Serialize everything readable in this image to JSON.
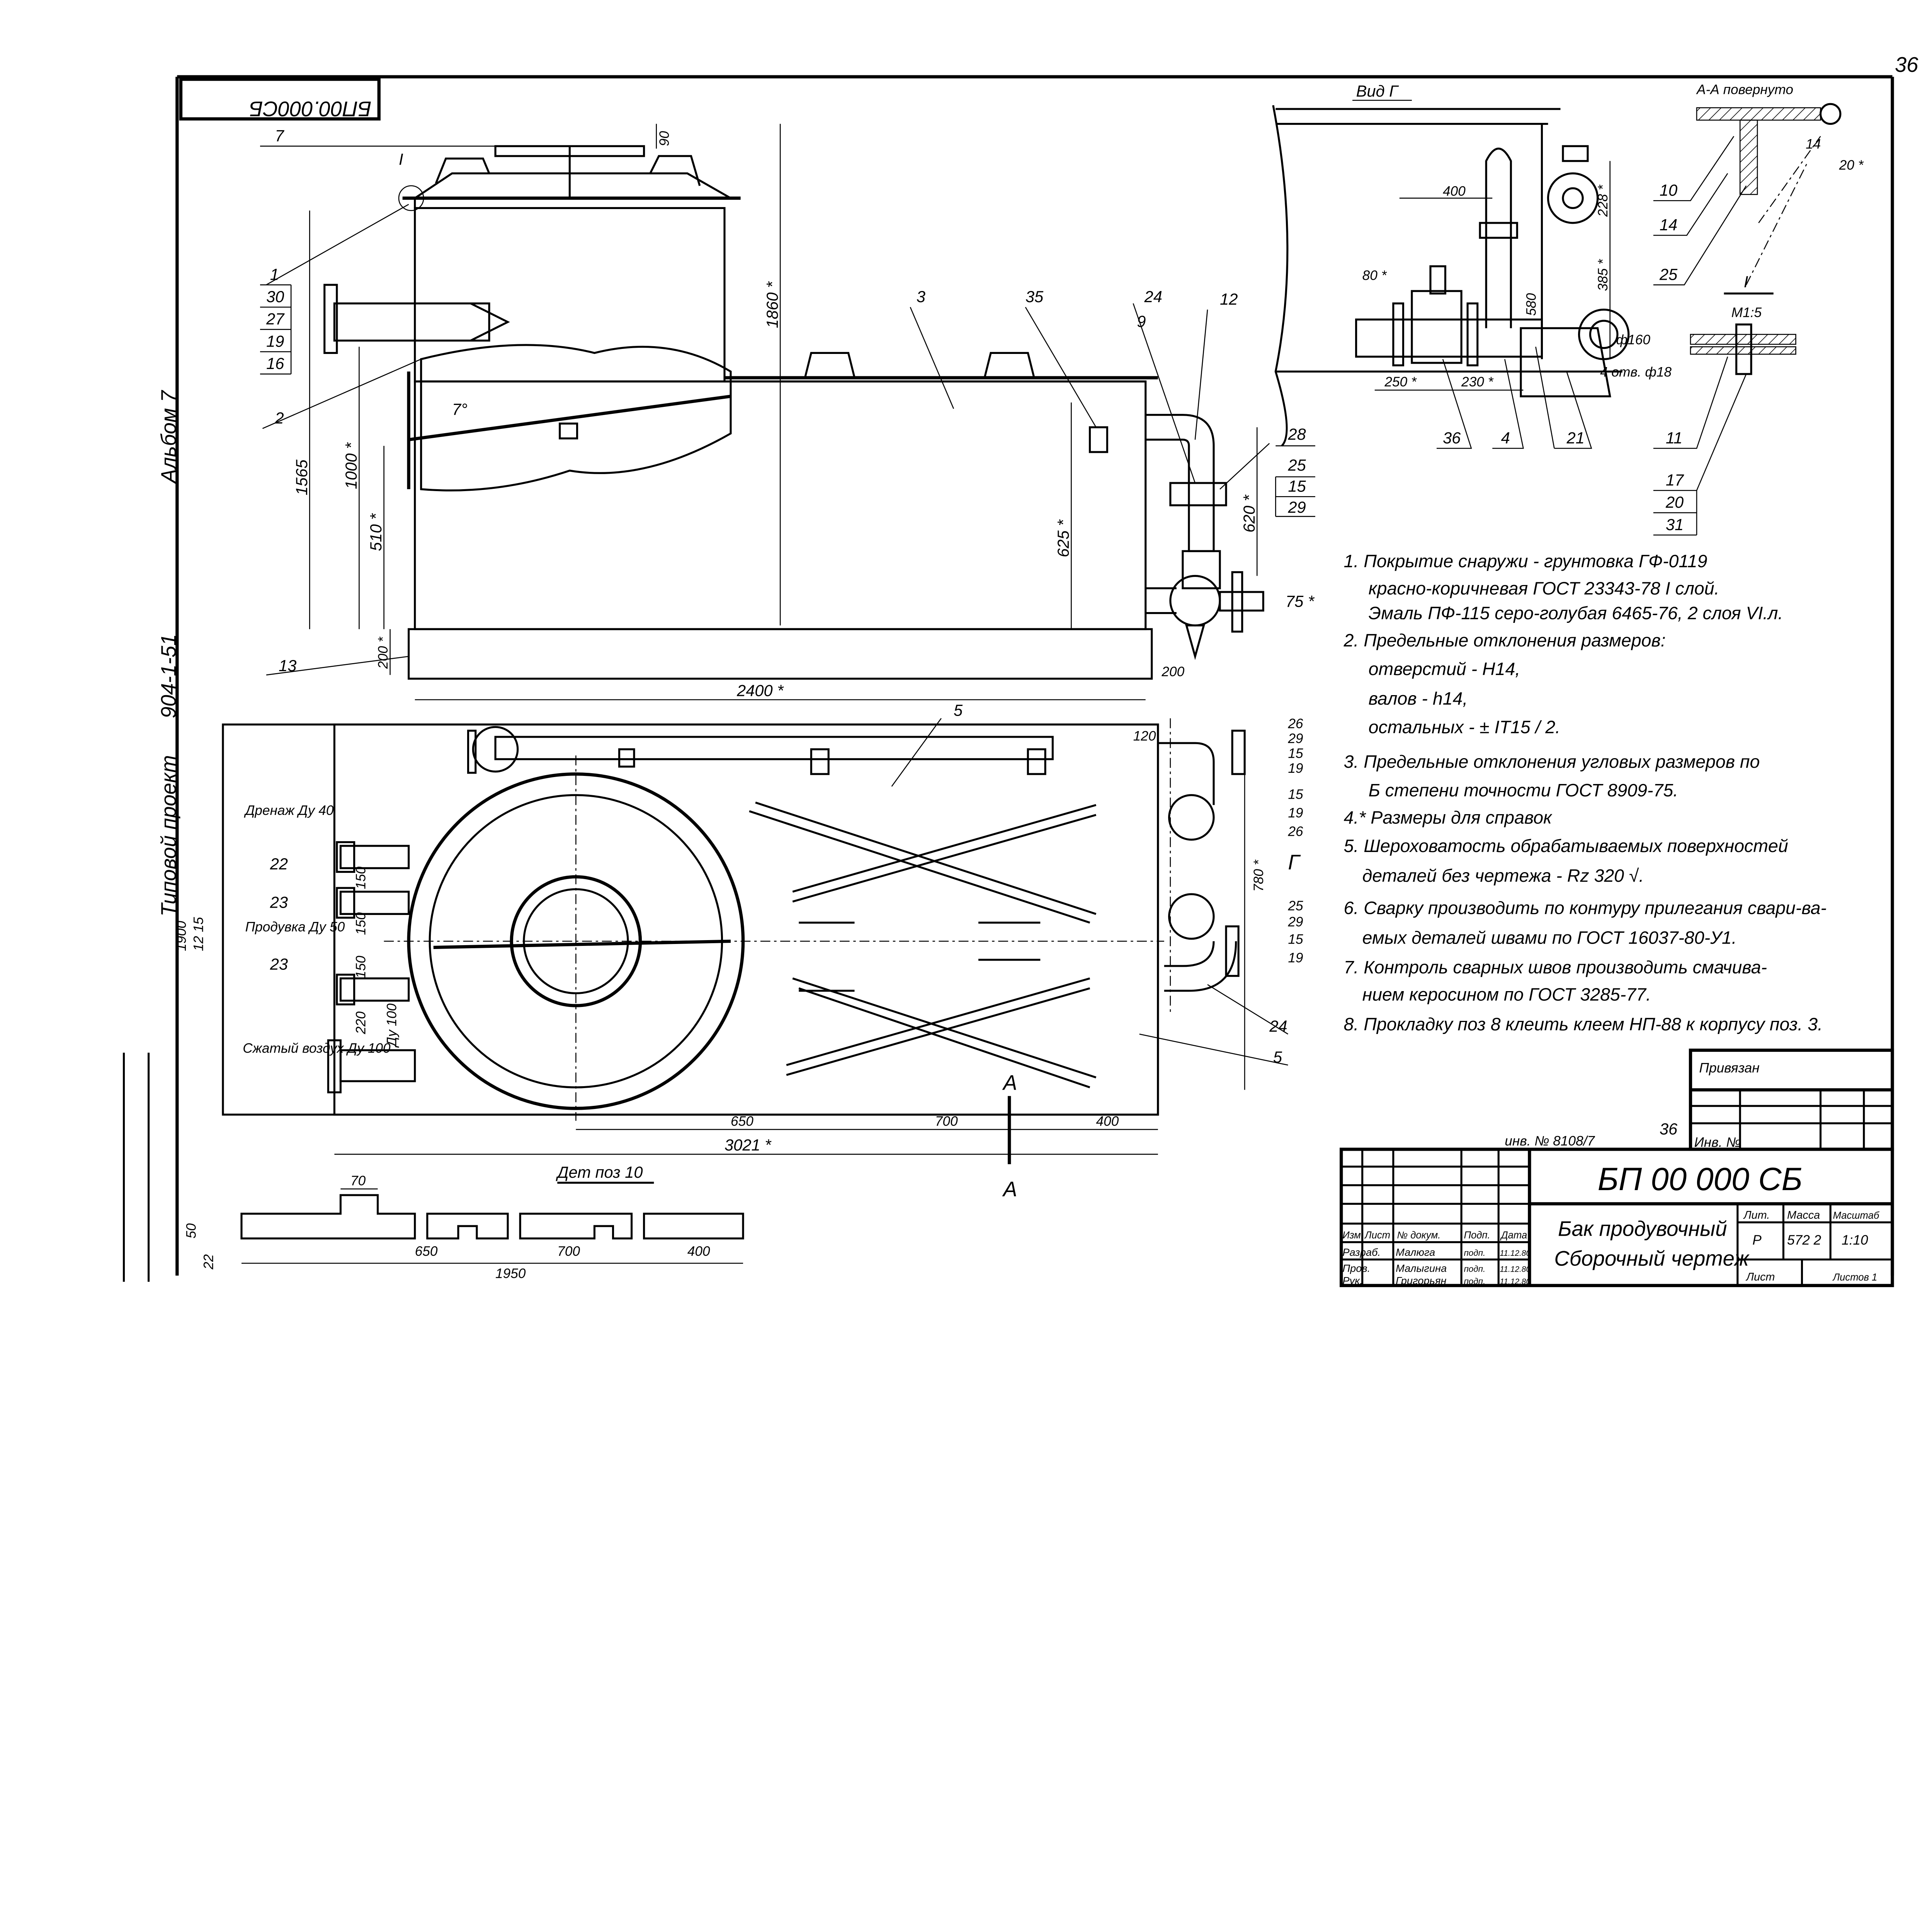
{
  "sheet": {
    "page_number": "36",
    "stamp_code_inverted": "БП00.000СБ",
    "margin_texts": [
      "Альбом 7",
      "904-1-51",
      "Типовой проект"
    ]
  },
  "front_view": {
    "dims": [
      "1860 *",
      "1565",
      "1000 *",
      "510 *",
      "625 *",
      "620 *",
      "75 *",
      "200 *",
      "200",
      "2400 *",
      "90",
      "7°"
    ],
    "labels": [
      "7",
      "I",
      "1",
      "30",
      "27",
      "19",
      "16",
      "2",
      "3",
      "35",
      "24",
      "9",
      "12",
      "28",
      "25",
      "15",
      "29",
      "13"
    ]
  },
  "plan_view": {
    "callouts": [
      "Дренаж Ду 40",
      "Продувка Ду 50",
      "Сжатый воздух Ду 100"
    ],
    "labels": [
      "5",
      "22",
      "23",
      "23",
      "26",
      "29",
      "15",
      "19",
      "15",
      "19",
      "26",
      "25",
      "29",
      "15",
      "19",
      "24",
      "5",
      "Г",
      "A",
      "A"
    ],
    "dims": [
      "150",
      "150",
      "150",
      "220",
      "Ду 100",
      "780 *",
      "12 15",
      "1900",
      "650",
      "700",
      "400",
      "3021 *",
      "120"
    ]
  },
  "detail_10": {
    "title": "Дет поз 10",
    "dims": [
      "70",
      "50",
      "22",
      "650",
      "700",
      "400",
      "1950"
    ]
  },
  "view_g": {
    "title": "Вид Г",
    "dims": [
      "400",
      "80 *",
      "250 *",
      "230 *",
      "580",
      "228 *",
      "385 *",
      "ф160",
      "4 отв. ф18"
    ],
    "labels": [
      "36",
      "4",
      "21"
    ]
  },
  "section_aa": {
    "title": "А-А повернуто",
    "dims": [
      "14",
      "20 *"
    ],
    "labels": [
      "10",
      "14",
      "25"
    ]
  },
  "detail_i": {
    "title": "I",
    "scale": "М1:5",
    "labels": [
      "11",
      "17",
      "20",
      "31"
    ]
  },
  "notes": [
    "1. Покрытие снаружи - грунтовка ГФ-0119",
    "красно-коричневая ГОСТ 23343-78 I слой.",
    "Эмаль ПФ-115 серо-голубая 6465-76, 2 слоя VI.л.",
    "2. Предельные отклонения размеров:",
    "отверстий - Н14,",
    "валов - h14,",
    "остальных - ± IT15 / 2.",
    "3. Предельные отклонения угловых размеров по",
    "Б степени точности ГОСТ 8909-75.",
    "4.* Размеры для справок",
    "5. Шероховатость обрабатываемых поверхностей",
    "деталей без чертежа - Rz 320 √.",
    "6. Сварку производить по контуру прилегания свари-ва-",
    "емых деталей швами по ГОСТ 16037-80-У1.",
    "7. Контроль сварных швов производить смачива-",
    "нием керосином по ГОСТ 3285-77.",
    "8. Прокладку поз 8 клеить клеем НП-88 к корпусу поз. 3."
  ],
  "title_block": {
    "privyazan": "Привязан",
    "inv_no_label": "Инв. №",
    "inv_no_left": "инв. № 8108/7",
    "sheet_mark": "36",
    "designation": "БП 00 000 СБ",
    "name_line1": "Бак продувочный",
    "name_line2": "Сборочный чертеж",
    "header": [
      "Изм.",
      "Лист",
      "№ докум.",
      "Подп.",
      "Дата"
    ],
    "rows": [
      {
        "role": "Разраб.",
        "name": "Малюга",
        "sign": "подп.",
        "date": "11.12.80"
      },
      {
        "role": "Пров.",
        "name": "Малыгина",
        "sign": "подп.",
        "date": "11.12.80"
      },
      {
        "role": "Рук.",
        "name": "Григорьян",
        "sign": "подп.",
        "date": "11.12.80"
      }
    ],
    "lit_label": "Лит.",
    "mass_label": "Масса",
    "scale_label": "Масштаб",
    "lit": "Р",
    "mass": "572 2",
    "scale": "1:10",
    "sheet_label": "Лист",
    "sheets_label": "Листов 1"
  }
}
